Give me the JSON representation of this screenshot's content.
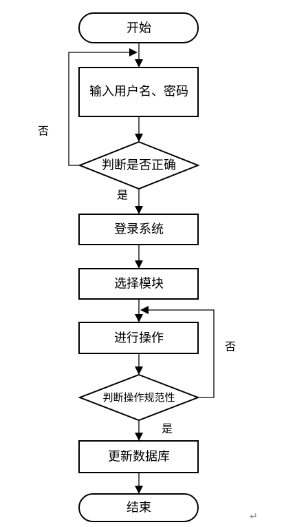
{
  "nodes": {
    "start": "开始",
    "input_credentials": "输入用户名、密码",
    "check_credentials": "判断是否正确",
    "login_system": "登录系统",
    "select_module": "选择模块",
    "perform_operation": "进行操作",
    "check_operation": "判断操作规范性",
    "update_database": "更新数据库",
    "end": "结束"
  },
  "edges": {
    "credentials_no": "否",
    "credentials_yes": "是",
    "operation_no": "否",
    "operation_yes": "是"
  },
  "paragraph_mark": "↵"
}
